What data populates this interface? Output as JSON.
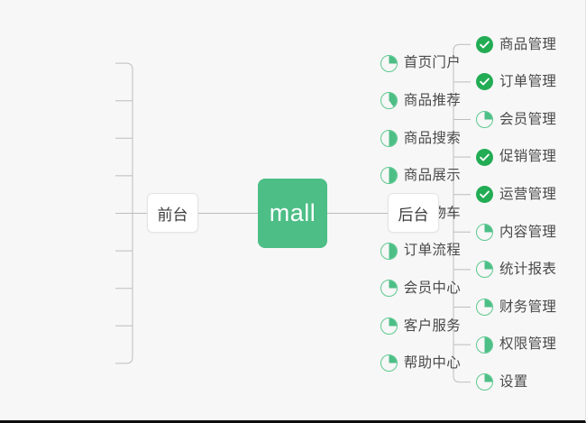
{
  "diagram": {
    "title": "mall",
    "root": {
      "label": "mall",
      "color": "#4cbe86",
      "text_color": "#ffffff"
    },
    "background_color": "#f7f7f7",
    "accent_color": "#4cbe86",
    "ring_color": "#5ec98f",
    "done_color": "#22ac54",
    "label_color": "#4a4a4a",
    "branches": [
      {
        "id": "front",
        "label": "前台",
        "side": "left",
        "items": [
          {
            "label": "首页门户",
            "status": "partial",
            "progress": 25
          },
          {
            "label": "商品推荐",
            "status": "partial",
            "progress": 40
          },
          {
            "label": "商品搜索",
            "status": "partial",
            "progress": 50
          },
          {
            "label": "商品展示",
            "status": "partial",
            "progress": 50
          },
          {
            "label": "购物车",
            "status": "partial",
            "progress": 50
          },
          {
            "label": "订单流程",
            "status": "partial",
            "progress": 50
          },
          {
            "label": "会员中心",
            "status": "partial",
            "progress": 25
          },
          {
            "label": "客户服务",
            "status": "partial",
            "progress": 25
          },
          {
            "label": "帮助中心",
            "status": "partial",
            "progress": 25
          }
        ]
      },
      {
        "id": "back",
        "label": "后台",
        "side": "right",
        "items": [
          {
            "label": "商品管理",
            "status": "done",
            "progress": 100
          },
          {
            "label": "订单管理",
            "status": "done",
            "progress": 100
          },
          {
            "label": "会员管理",
            "status": "partial",
            "progress": 25
          },
          {
            "label": "促销管理",
            "status": "done",
            "progress": 100
          },
          {
            "label": "运营管理",
            "status": "done",
            "progress": 100
          },
          {
            "label": "内容管理",
            "status": "partial",
            "progress": 25
          },
          {
            "label": "统计报表",
            "status": "partial",
            "progress": 25
          },
          {
            "label": "财务管理",
            "status": "partial",
            "progress": 25
          },
          {
            "label": "权限管理",
            "status": "partial",
            "progress": 50
          },
          {
            "label": "设置",
            "status": "partial",
            "progress": 25
          }
        ]
      }
    ]
  }
}
